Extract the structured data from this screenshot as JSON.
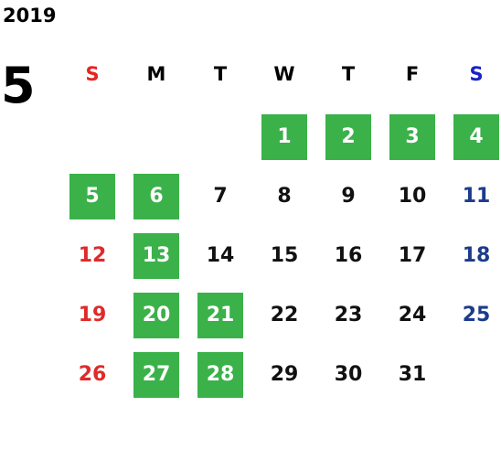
{
  "calendar": {
    "year": "2019",
    "month": "5",
    "weekdays": [
      "S",
      "M",
      "T",
      "W",
      "T",
      "F",
      "S"
    ],
    "weeks": [
      [
        null,
        null,
        null,
        {
          "day": "1",
          "holiday": true
        },
        {
          "day": "2",
          "holiday": true
        },
        {
          "day": "3",
          "holiday": true
        },
        {
          "day": "4",
          "holiday": true
        }
      ],
      [
        {
          "day": "5",
          "holiday": true
        },
        {
          "day": "6",
          "holiday": true
        },
        {
          "day": "7"
        },
        {
          "day": "8"
        },
        {
          "day": "9"
        },
        {
          "day": "10"
        },
        {
          "day": "11"
        }
      ],
      [
        {
          "day": "12"
        },
        {
          "day": "13",
          "holiday": true
        },
        {
          "day": "14"
        },
        {
          "day": "15"
        },
        {
          "day": "16"
        },
        {
          "day": "17"
        },
        {
          "day": "18"
        }
      ],
      [
        {
          "day": "19"
        },
        {
          "day": "20",
          "holiday": true
        },
        {
          "day": "21",
          "holiday": true
        },
        {
          "day": "22"
        },
        {
          "day": "23"
        },
        {
          "day": "24"
        },
        {
          "day": "25"
        }
      ],
      [
        {
          "day": "26"
        },
        {
          "day": "27",
          "holiday": true
        },
        {
          "day": "28",
          "holiday": true
        },
        {
          "day": "29"
        },
        {
          "day": "30"
        },
        {
          "day": "31"
        },
        null
      ]
    ]
  },
  "colors": {
    "holiday_bg": "#3bb14a",
    "sunday": "#e02a2a",
    "saturday": "#1d3b8c",
    "sunday_header": "#e52521",
    "saturday_header": "#1a22c8"
  }
}
